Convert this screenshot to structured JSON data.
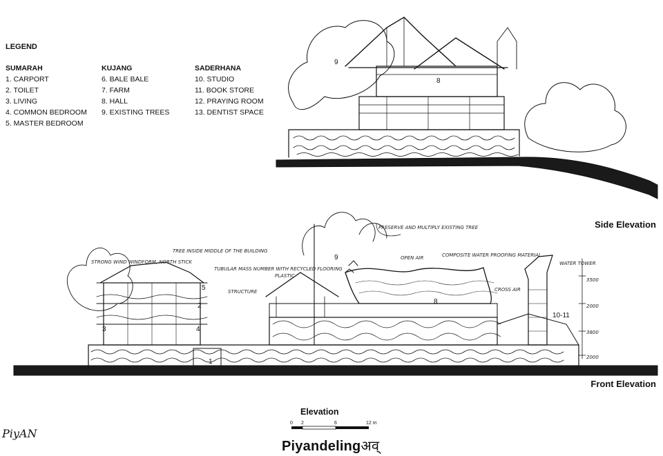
{
  "legend": {
    "title": "LEGEND",
    "groups": [
      {
        "heading": "SUMARAH",
        "items": [
          "1. CARPORT",
          "2. TOILET",
          "3. LIVING",
          "4. COMMON BEDROOM",
          "5. MASTER BEDROOM"
        ]
      },
      {
        "heading": "KUJANG",
        "items": [
          "6. BALE BALE",
          "7. FARM",
          "8. HALL",
          "9. EXISTING TREES"
        ]
      },
      {
        "heading": "SADERHANA",
        "items": [
          "10. STUDIO",
          "11. BOOK STORE",
          "12. PRAYING ROOM",
          "13. DENTIST SPACE"
        ]
      }
    ]
  },
  "side_elevation": {
    "label": "Side Elevation",
    "tags": [
      "9",
      "8"
    ]
  },
  "front_elevation": {
    "label": "Front Elevation",
    "tags": [
      "1",
      "2",
      "3",
      "4",
      "5",
      "9",
      "8",
      "10-11"
    ],
    "notes": [
      "STRONG WIND WINDFORM, NORTH STICK",
      "TREE INSIDE MIDDLE OF THE BUILDING",
      "TUBULAR MASS NUMBER WITH RECYCLED FLOORING",
      "PLASTIC",
      "STRUCTURE",
      "PRESERVE AND MULTIPLY EXISTING TREE",
      "OPEN AIR",
      "COMPOSITE WATER PROOFING MATERIAL",
      "CROSS AIR",
      "WATER TOWER"
    ],
    "dimensions": [
      "3500",
      "2000",
      "3800",
      "2000"
    ]
  },
  "footer": {
    "elevation_title": "Elevation",
    "scale_labels": [
      "0",
      "2",
      "6",
      "12 m"
    ],
    "project_title": "Piyandeling",
    "project_script": "अव्",
    "logo_text": "PiyAN"
  },
  "colors": {
    "ink": "#111111",
    "paper": "#ffffff"
  }
}
